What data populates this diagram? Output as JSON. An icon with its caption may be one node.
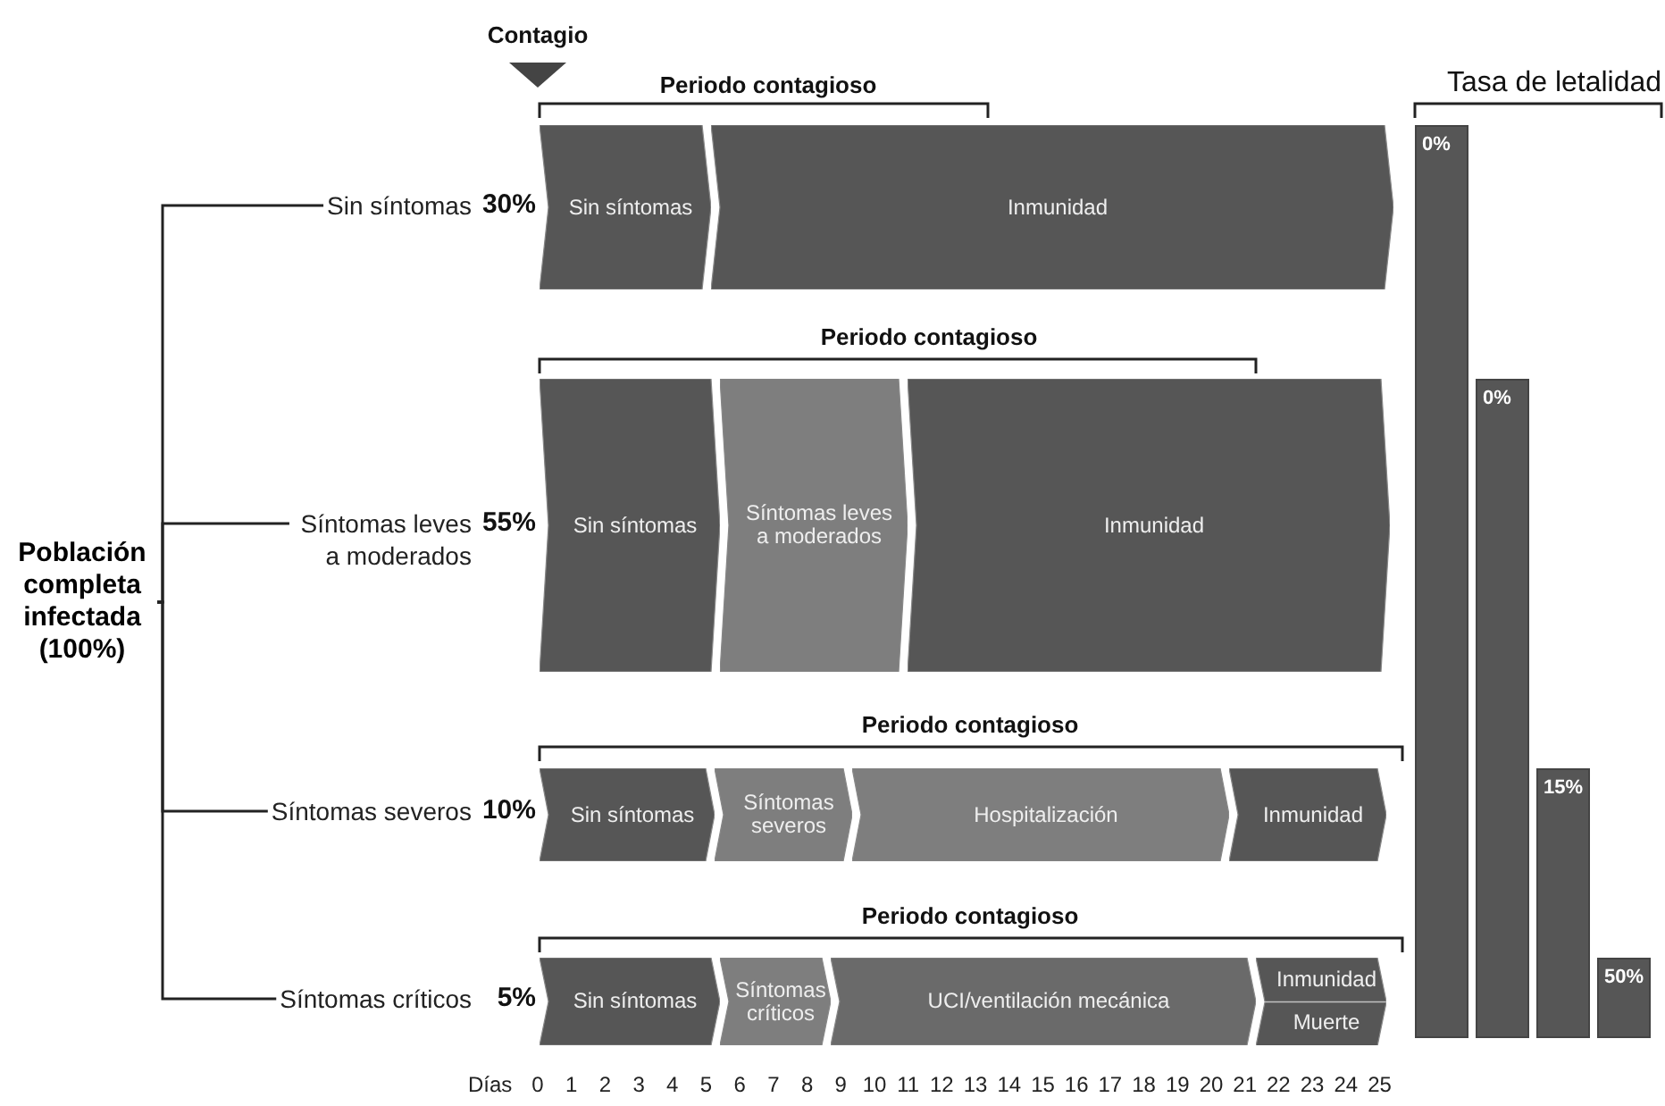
{
  "diagram": {
    "nodes": [
      {
        "text": [
          "Población completa infectada (100%)"
        ]
      },
      {
        "text": [
          "Sin síntomas"
        ],
        "beside": [
          "30%"
        ]
      },
      {
        "text": [
          "Síntomas leves a moderados"
        ],
        "beside": [
          "55%"
        ]
      },
      {
        "text": [
          "Síntomas severos"
        ],
        "beside": [
          "10%"
        ]
      },
      {
        "text": [
          "Síntomas críticos"
        ],
        "beside": [
          "5%"
        ]
      },
      {
        "text": [
          "Sin síntomas"
        ]
      },
      {
        "text": [
          "Inmunidad"
        ]
      },
      {
        "text": [
          "Sin síntomas"
        ]
      },
      {
        "text": [
          "Síntomas leves a moderados"
        ]
      },
      {
        "text": [
          "Inmunidad"
        ]
      },
      {
        "text": [
          "Sin síntomas"
        ]
      },
      {
        "text": [
          "Síntomas severos"
        ]
      },
      {
        "text": [
          "Hospitalización"
        ]
      },
      {
        "text": [
          "Inmunidad"
        ]
      },
      {
        "text": [
          "Sin síntomas"
        ]
      },
      {
        "text": [
          "Síntomas críticos"
        ]
      },
      {
        "text": [
          "UCI/ventilación mecánica"
        ]
      },
      {
        "text": [
          "Inmunidad"
        ]
      },
      {
        "text": [
          "Muerte"
        ]
      },
      {
        "text": [
          "0%"
        ]
      },
      {
        "text": [
          "0%"
        ]
      },
      {
        "text": [
          "15%"
        ]
      },
      {
        "text": [
          "50%"
        ]
      }
    ],
    "edges": [
      {
        "from": 0,
        "to": 1,
        "arrow": "none"
      },
      {
        "from": 0,
        "to": 2,
        "arrow": "none"
      },
      {
        "from": 0,
        "to": 3,
        "arrow": "none"
      },
      {
        "from": 0,
        "to": 4,
        "arrow": "none"
      }
    ],
    "labels": [
      "Contagio",
      "Periodo contagioso",
      "Periodo contagioso",
      "Periodo contagioso",
      "Periodo contagioso",
      "Tasa de letalidad",
      "Días",
      "0",
      "1",
      "2",
      "3",
      "4",
      "5",
      "6",
      "7",
      "8",
      "9",
      "10",
      "11",
      "12",
      "13",
      "14",
      "15",
      "16",
      "17",
      "18",
      "19",
      "20",
      "21",
      "22",
      "23",
      "24",
      "25"
    ]
  }
}
